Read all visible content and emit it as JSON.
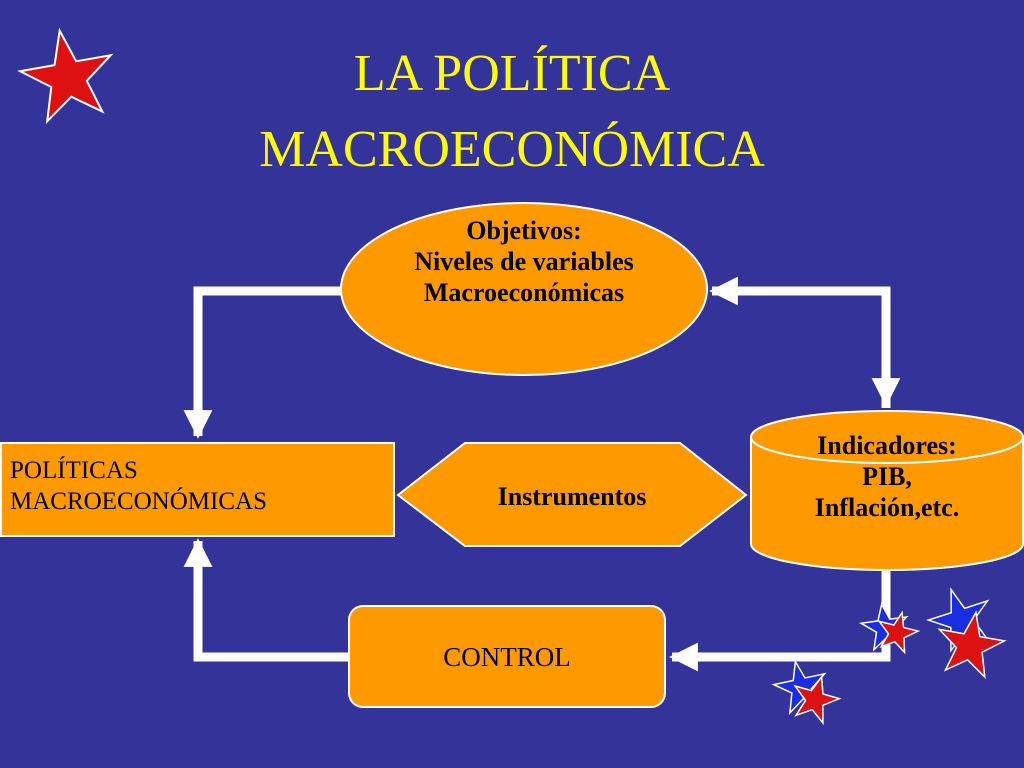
{
  "title": {
    "line1": "LA POLÍTICA",
    "line2": "MACROECONÓMICA"
  },
  "nodes": {
    "objetivos": {
      "line1": "Objetivos:",
      "line2": "Niveles de variables",
      "line3": "Macroeconómicas"
    },
    "politicas": {
      "line1": "POLÍTICAS",
      "line2": "MACROECONÓMICAS"
    },
    "instrumentos": {
      "label": "Instrumentos"
    },
    "indicadores": {
      "line1": "Indicadores:",
      "line2": "PIB,",
      "line3": "Inflación,etc."
    },
    "control": {
      "label": "CONTROL"
    }
  },
  "colors": {
    "background": "#333399",
    "title": "#ffff00",
    "shape_fill": "#ff9900",
    "shape_stroke": "#ffffff",
    "arrow": "#ffffff",
    "star_red": "#dd1111",
    "star_blue": "#1a2ee0"
  },
  "decorations": [
    "star-icon",
    "star-icon",
    "star-icon",
    "star-icon",
    "star-icon",
    "star-icon",
    "star-icon"
  ]
}
